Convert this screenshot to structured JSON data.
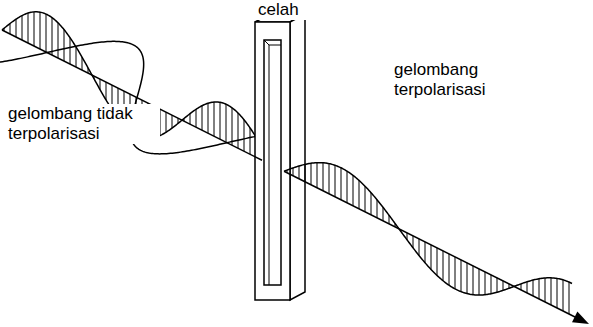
{
  "diagram": {
    "labels": [
      "celah",
      "gelombang tidak terpolarisasi",
      "gelombang terpolarisasi"
    ]
  }
}
